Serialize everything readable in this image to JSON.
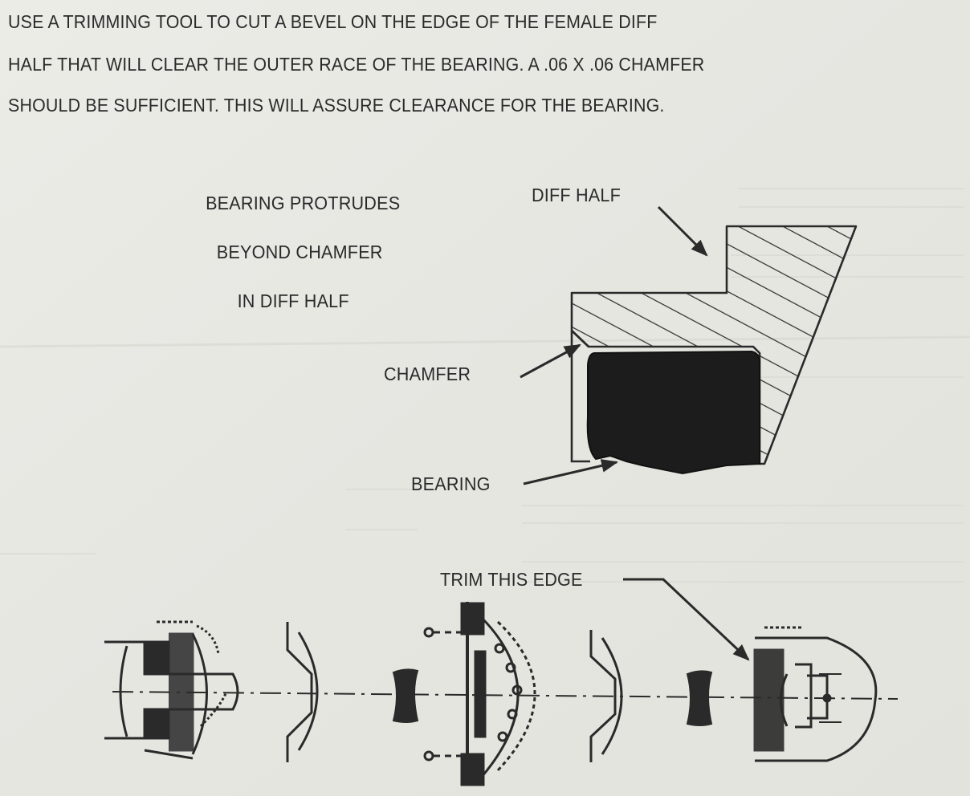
{
  "instructions": {
    "lines": [
      "USE A TRIMMING TOOL TO CUT A BEVEL ON THE EDGE  OF THE FEMALE DIFF",
      "HALF THAT WILL CLEAR THE OUTER RACE OF THE BEARING. A .06 X .06 CHAMFER",
      "SHOULD BE SUFFICIENT. THIS WILL ASSURE CLEARANCE FOR THE BEARING."
    ]
  },
  "callout": {
    "lines": [
      "BEARING PROTRUDES",
      "BEYOND CHAMFER",
      "IN DIFF HALF"
    ]
  },
  "labels": {
    "diff_half": "DIFF HALF",
    "chamfer": "CHAMFER",
    "bearing": "BEARING",
    "trim_edge": "TRIM THIS EDGE"
  },
  "colors": {
    "paper": "#e9e9e4",
    "ink": "#2a2a2a",
    "bearing_fill": "#1c1c1c"
  }
}
